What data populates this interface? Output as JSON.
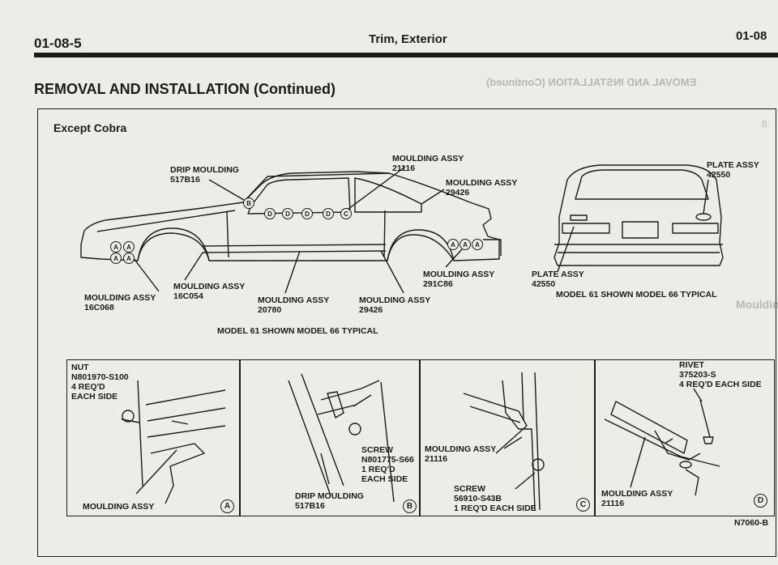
{
  "header": {
    "page_number": "01-08-5",
    "section_title": "Trim, Exterior",
    "right_page_number": "01-08"
  },
  "page_heading": "REMOVAL AND INSTALLATION (Continued)",
  "bleed_through": {
    "heading": "EMOVAL AND INSTALLATION (Continued)",
    "step": "8.",
    "heading2": "Moulding"
  },
  "figure": {
    "subtitle": "Except Cobra",
    "side_view": {
      "labels": {
        "drip_moulding": "DRIP MOULDING\n517B16",
        "moulding_21116": "MOULDING ASSY\n21116",
        "moulding_29426_top": "MOULDING ASSY\n29426",
        "moulding_16c068": "MOULDING ASSY\n16C068",
        "moulding_16c054": "MOULDING ASSY\n16C054",
        "moulding_20780": "MOULDING ASSY\n20780",
        "moulding_29426_bottom": "MOULDING ASSY\n29426",
        "moulding_291c86": "MOULDING ASSY\n291C86"
      },
      "caption": "MODEL 61 SHOWN MODEL 66 TYPICAL"
    },
    "rear_view": {
      "labels": {
        "plate_top": "PLATE ASSY\n42550",
        "plate_bottom": "PLATE ASSY\n42550"
      },
      "caption": "MODEL 61 SHOWN MODEL 66 TYPICAL"
    },
    "detail_panels": [
      {
        "letter": "A",
        "labels": [
          "NUT\nN801970-S100\n4 REQ'D\nEACH SIDE",
          "MOULDING ASSY"
        ]
      },
      {
        "letter": "B",
        "labels": [
          "SCREW\nN801775-S66\n1 REQ'D\nEACH SIDE",
          "DRIP MOULDING\n517B16"
        ]
      },
      {
        "letter": "C",
        "labels": [
          "MOULDING ASSY\n21116",
          "SCREW\n56910-S43B\n1 REQ'D EACH SIDE"
        ]
      },
      {
        "letter": "D",
        "labels": [
          "RIVET\n375203-S\n4 REQ'D EACH SIDE",
          "MOULDING ASSY\n21116"
        ]
      }
    ],
    "callout_letters": [
      "A",
      "A",
      "A",
      "A",
      "B",
      "D",
      "D",
      "D",
      "D",
      "C",
      "A",
      "A",
      "A"
    ],
    "figure_id": "N7060-B"
  }
}
